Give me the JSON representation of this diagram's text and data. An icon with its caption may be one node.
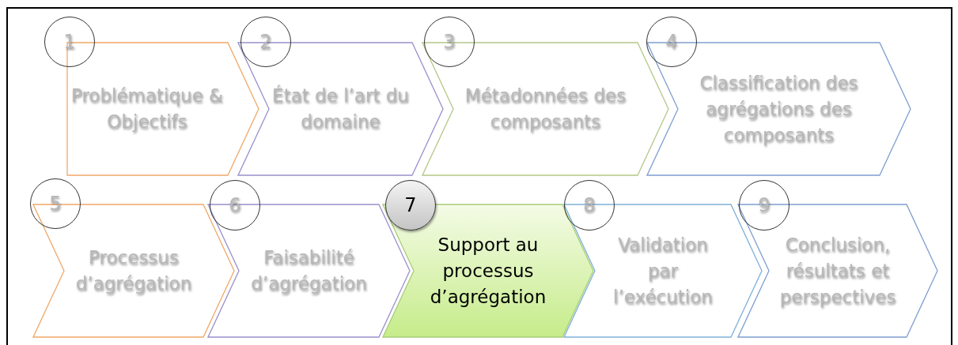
{
  "diagram": {
    "nodes": [
      {
        "text": [
          "1"
        ]
      },
      {
        "text": [
          "Problématique & Objectifs"
        ]
      },
      {
        "text": [
          "2"
        ]
      },
      {
        "text": [
          "État de l’art du domaine"
        ]
      },
      {
        "text": [
          "3"
        ]
      },
      {
        "text": [
          "Métadonnées des composants"
        ]
      },
      {
        "text": [
          "4"
        ]
      },
      {
        "text": [
          "Classification des agrégations des composants"
        ]
      },
      {
        "text": [
          "5"
        ]
      },
      {
        "text": [
          "Processus d’agrégation"
        ]
      },
      {
        "text": [
          "6"
        ]
      },
      {
        "text": [
          "Faisabilité d’agrégation"
        ]
      },
      {
        "text": [
          "7"
        ]
      },
      {
        "text": [
          "Support au processus d’agrégation"
        ]
      },
      {
        "text": [
          "8"
        ]
      },
      {
        "text": [
          "Validation par l’exécution"
        ]
      },
      {
        "text": [
          "9"
        ]
      },
      {
        "text": [
          "Conclusion, résultats et perspectives"
        ]
      }
    ]
  }
}
